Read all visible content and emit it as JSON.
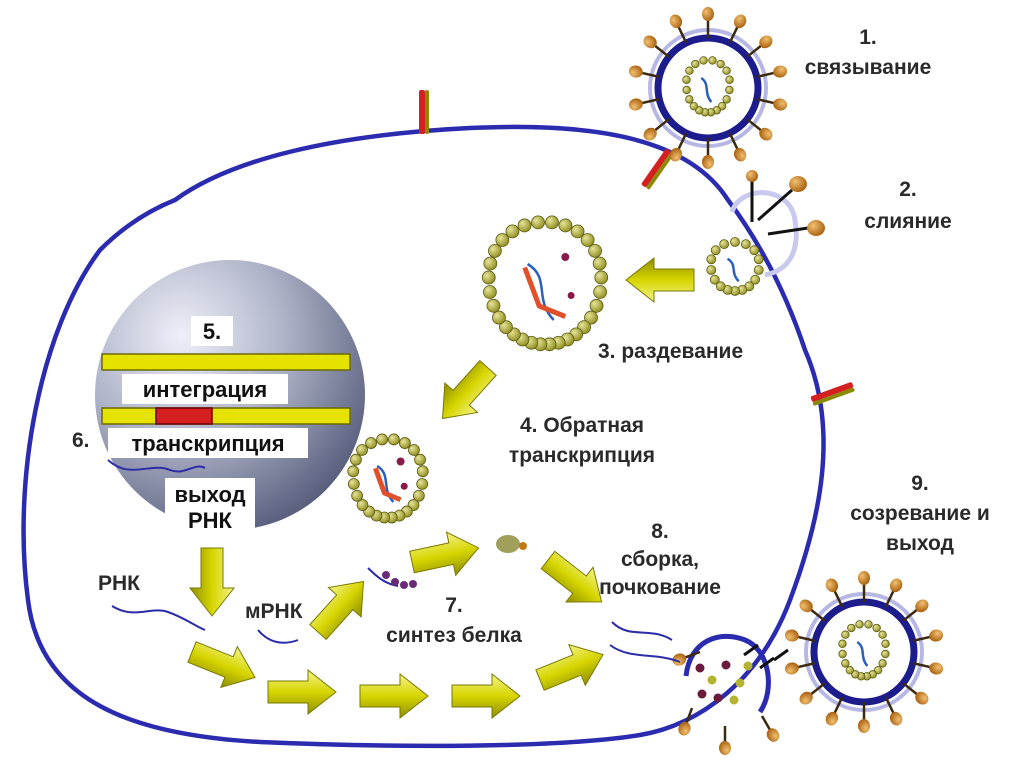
{
  "colors": {
    "membrane": "#2b2bb0",
    "nucleus_light": "#d8dcea",
    "nucleus_dark": "#3f4560",
    "capsid_bead": "#b5b332",
    "dna_band": "#e6e200",
    "integration_red": "#d42020",
    "arrow_fill": "#d9d800",
    "envelope": "#1c1c8c",
    "spike": "#c07a1a"
  },
  "labels": {
    "binding": "1.\nсвязывание",
    "fusion": "2.\nслияние",
    "uncoating": "3. раздевание",
    "reverse_transcription": "4. Обратная\nтранскрипция",
    "integration_number": "5.",
    "integration": "интеграция",
    "transcription": "транскрипция",
    "transcription_number": "6.",
    "rna_export": "выход\nРНК",
    "rna": "РНК",
    "mrna": "мРНК",
    "protein_synthesis": "7.\nсинтез белка",
    "assembly": "8.\nсборка,\nпочкование",
    "maturation": "9.\nсозревание и\nвыход"
  }
}
